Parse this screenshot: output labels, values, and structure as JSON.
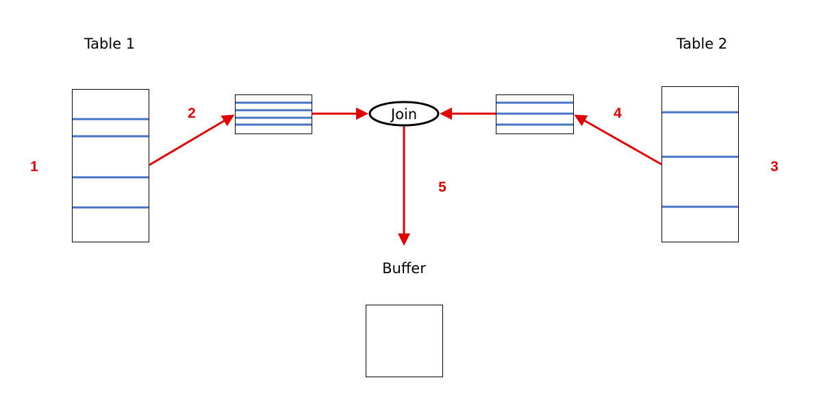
{
  "labels": {
    "table1": "Table 1",
    "table2": "Table 2",
    "join": "Join",
    "buffer": "Buffer"
  },
  "steps": [
    "1",
    "2",
    "3",
    "4",
    "5"
  ],
  "colors": {
    "arrow": "#e00000",
    "row_line": "#4472c4",
    "step_text": "#e00000",
    "box_stroke": "#000000"
  }
}
